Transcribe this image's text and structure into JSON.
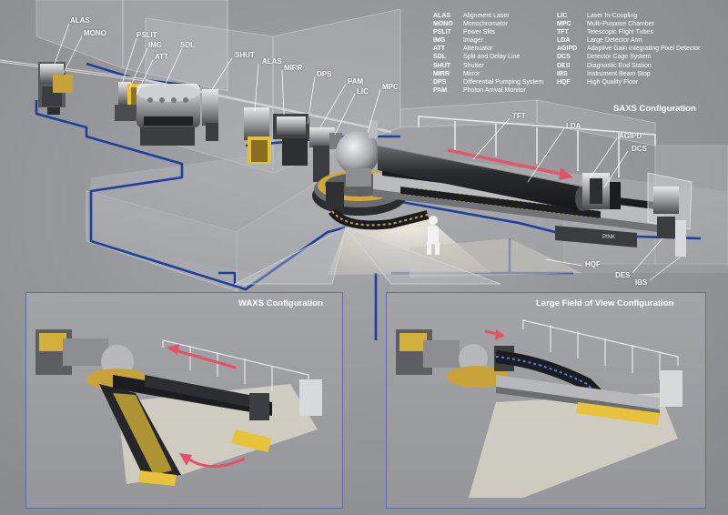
{
  "labels": {
    "alas_left": "ALAS",
    "mono": "MONO",
    "pslit": "PSLIT",
    "img": "IMG",
    "sdl": "SDL",
    "att": "ATT",
    "shut": "SHUT",
    "alas_mid": "ALAS",
    "mirr": "MIRR",
    "dps": "DPS",
    "pam": "PAM",
    "lic": "LIC",
    "mpc": "MPC",
    "tft": "TFT",
    "lda": "LDA",
    "agipd": "AGIPD",
    "dcs": "DCS",
    "hqf": "HQF",
    "des": "DES",
    "ibs": "IBS"
  },
  "legend_left": [
    {
      "abbr": "ALAS",
      "desc": "Alignment Laser"
    },
    {
      "abbr": "MONO",
      "desc": "Monochromator"
    },
    {
      "abbr": "PSLIT",
      "desc": "Power Slits"
    },
    {
      "abbr": "IMG",
      "desc": "Imager"
    },
    {
      "abbr": "ATT",
      "desc": "Attenuator"
    },
    {
      "abbr": "SDL",
      "desc": "Split and Delay Line"
    },
    {
      "abbr": "SHUT",
      "desc": "Shutter"
    },
    {
      "abbr": "MIRR",
      "desc": "Mirror"
    },
    {
      "abbr": "DPS",
      "desc": "Differential Pumping System"
    },
    {
      "abbr": "PAM",
      "desc": "Photon Arrival Monitor"
    }
  ],
  "legend_right": [
    {
      "abbr": "LIC",
      "desc": "Laser In-Coupling"
    },
    {
      "abbr": "MPC",
      "desc": "Multi-Purpose Chamber"
    },
    {
      "abbr": "TFT",
      "desc": "Telescopic Flight Tubes"
    },
    {
      "abbr": "LDA",
      "desc": "Large Detector Arm"
    },
    {
      "abbr": "AGIPD",
      "desc": "Adaptive Gain Integrating Pixel Detector"
    },
    {
      "abbr": "DCS",
      "desc": "Detector Cage System"
    },
    {
      "abbr": "DES",
      "desc": "Diagnostic End Station"
    },
    {
      "abbr": "IBS",
      "desc": "Instrument Beam Stop"
    },
    {
      "abbr": "HQF",
      "desc": "High Quality Floor"
    }
  ],
  "configs": {
    "saxs": "SAXS Configuration",
    "waxs": "WAXS Configuration",
    "lfov": "Large Field of View Configuration"
  },
  "platform_text": "PINK",
  "colors": {
    "outline_blue": "#1f3f9c",
    "panel_border": "#5a6ea8",
    "arrow": "#e8506a",
    "wall": "#b8babd",
    "text": "#ffffff"
  }
}
